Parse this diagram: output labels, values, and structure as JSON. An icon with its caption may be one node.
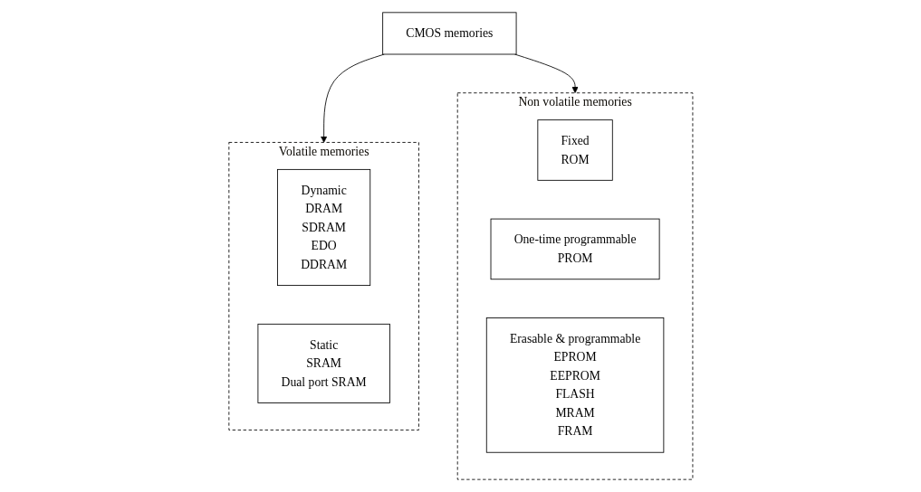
{
  "diagram": {
    "nodes": [
      {
        "text": [
          "CMOS memories"
        ]
      },
      {
        "text": [
          "Volatile memories"
        ]
      },
      {
        "text": [
          "Non volatile memories"
        ]
      },
      {
        "text": [
          "Dynamic",
          "DRAM",
          "SDRAM",
          "EDO",
          "DDRAM"
        ],
        "in": 1
      },
      {
        "text": [
          "Static",
          "SRAM",
          "Dual port SRAM"
        ],
        "in": 1
      },
      {
        "text": [
          "Fixed",
          "ROM"
        ],
        "in": 2
      },
      {
        "text": [
          "One-time programmable",
          "PROM"
        ],
        "in": 2
      },
      {
        "text": [
          "Erasable & programmable",
          "EPROM",
          "EEPROM",
          "FLASH",
          "MRAM",
          "FRAM"
        ],
        "in": 2
      }
    ],
    "edges": [
      {
        "from": 0,
        "to": 1,
        "arrow": "to"
      },
      {
        "from": 0,
        "to": 2,
        "arrow": "to"
      }
    ]
  }
}
